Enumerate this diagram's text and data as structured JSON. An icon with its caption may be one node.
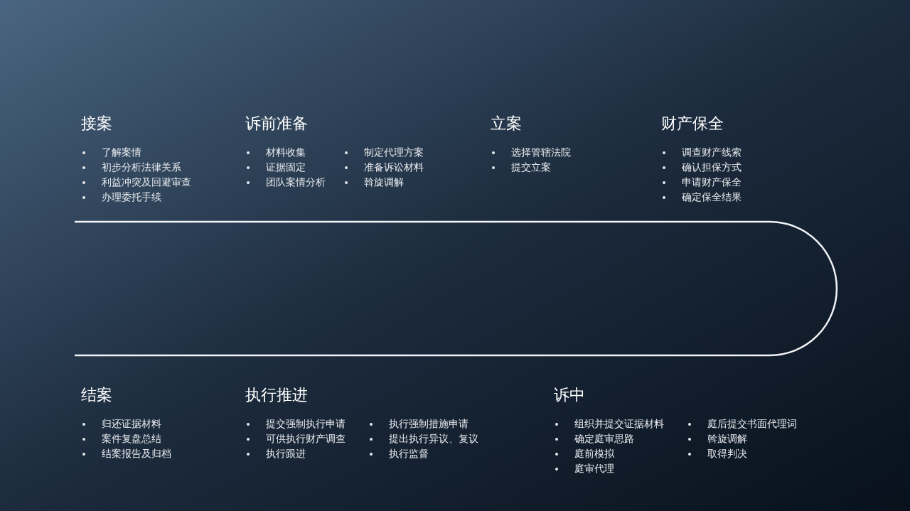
{
  "diagram": {
    "nodes": [
      {
        "text": [
          "接案",
          "了解案情",
          "初步分析法律关系",
          "利益冲突及回避审查",
          "办理委托手续"
        ]
      },
      {
        "text": [
          "诉前准备",
          "材料收集",
          "证据固定",
          "团队案情分析",
          "制定代理方案",
          "准备诉讼材料",
          "斡旋调解"
        ]
      },
      {
        "text": [
          "立案",
          "选择管辖法院",
          "提交立案"
        ]
      },
      {
        "text": [
          "财产保全",
          "调查财产线索",
          "确认担保方式",
          "申请财产保全",
          "确定保全结果"
        ]
      },
      {
        "text": [
          "结案",
          "归还证据材料",
          "案件复盘总结",
          "结案报告及归档"
        ]
      },
      {
        "text": [
          "执行推进",
          "提交强制执行申请",
          "可供执行财产调查",
          "执行跟进",
          "执行强制措施申请",
          "提出执行异议、复议",
          "执行监督"
        ]
      },
      {
        "text": [
          "诉中",
          "组织并提交证据材料",
          "确定庭审思路",
          "庭前模拟",
          "庭审代理",
          "庭后提交书面代理词",
          "斡旋调解",
          "取得判决"
        ]
      }
    ]
  }
}
